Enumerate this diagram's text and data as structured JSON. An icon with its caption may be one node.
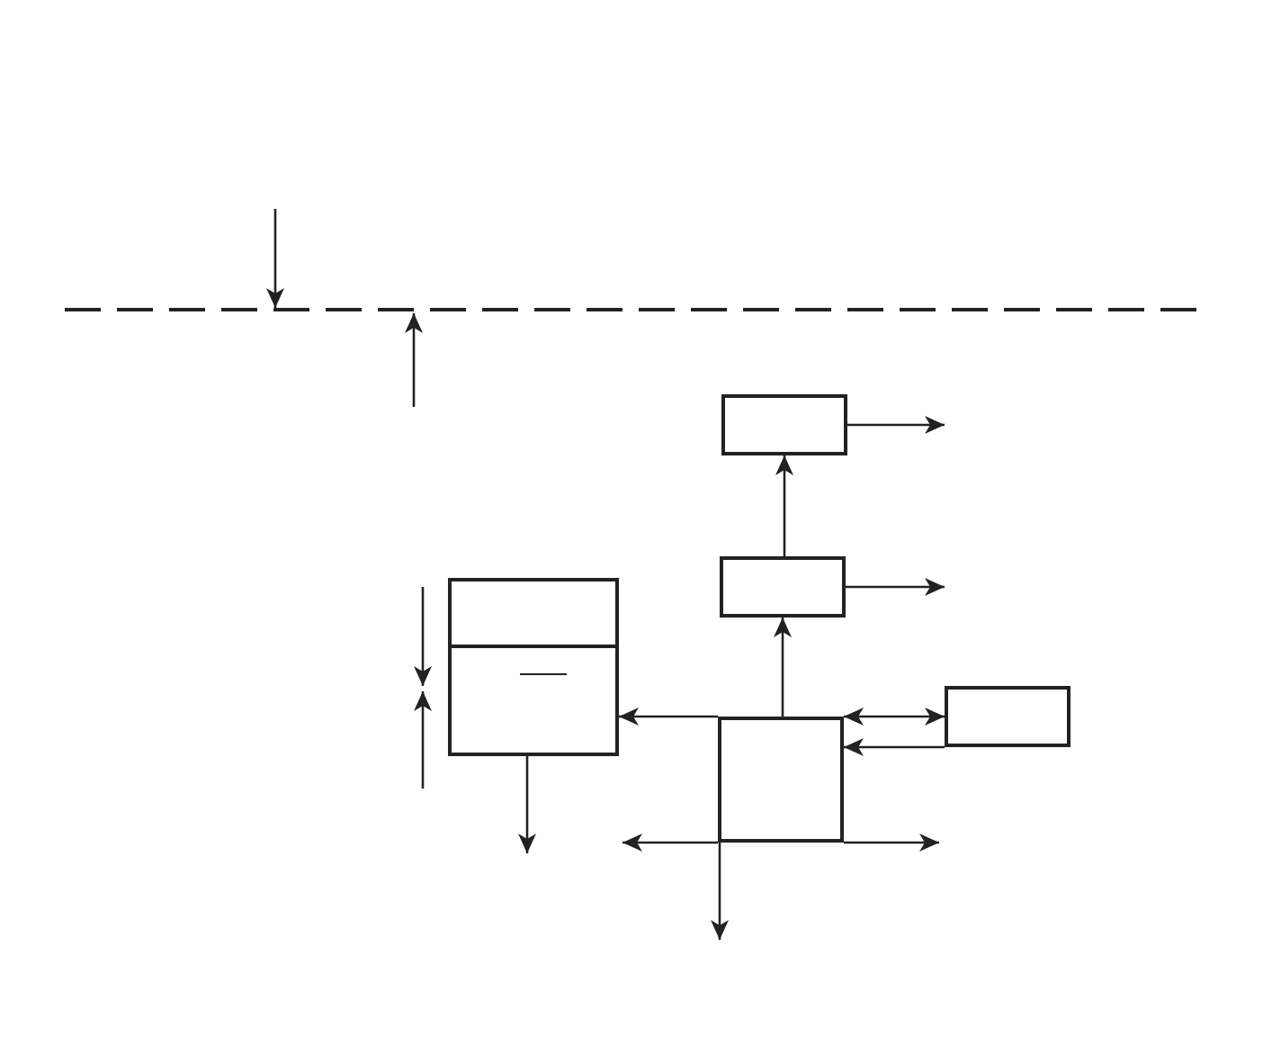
{
  "diagram": {
    "nodes": [
      {
        "text": [],
        "shape": "line"
      },
      {
        "text": [],
        "shape": "box"
      },
      {
        "text": [],
        "shape": "box"
      },
      {
        "text": [],
        "shape": "tank"
      },
      {
        "text": [],
        "shape": "box"
      },
      {
        "text": [],
        "shape": "box"
      }
    ],
    "edges": [
      {
        "from": null,
        "to": 0,
        "arrow": "to"
      },
      {
        "from": null,
        "to": 0,
        "arrow": "to"
      },
      {
        "from": 1,
        "to": null,
        "arrow": "to"
      },
      {
        "from": 2,
        "to": 1,
        "arrow": "to"
      },
      {
        "from": 2,
        "to": null,
        "arrow": "to"
      },
      {
        "from": 4,
        "to": 2,
        "arrow": "to"
      },
      {
        "from": 4,
        "to": 3,
        "arrow": "to"
      },
      {
        "from": 4,
        "to": 5,
        "arrow": "both"
      },
      {
        "from": 5,
        "to": 4,
        "arrow": "to"
      },
      {
        "from": 4,
        "to": null,
        "arrow": "to"
      },
      {
        "from": 4,
        "to": null,
        "arrow": "to"
      },
      {
        "from": 4,
        "to": null,
        "arrow": "to"
      },
      {
        "from": 3,
        "to": null,
        "arrow": "to"
      }
    ]
  }
}
